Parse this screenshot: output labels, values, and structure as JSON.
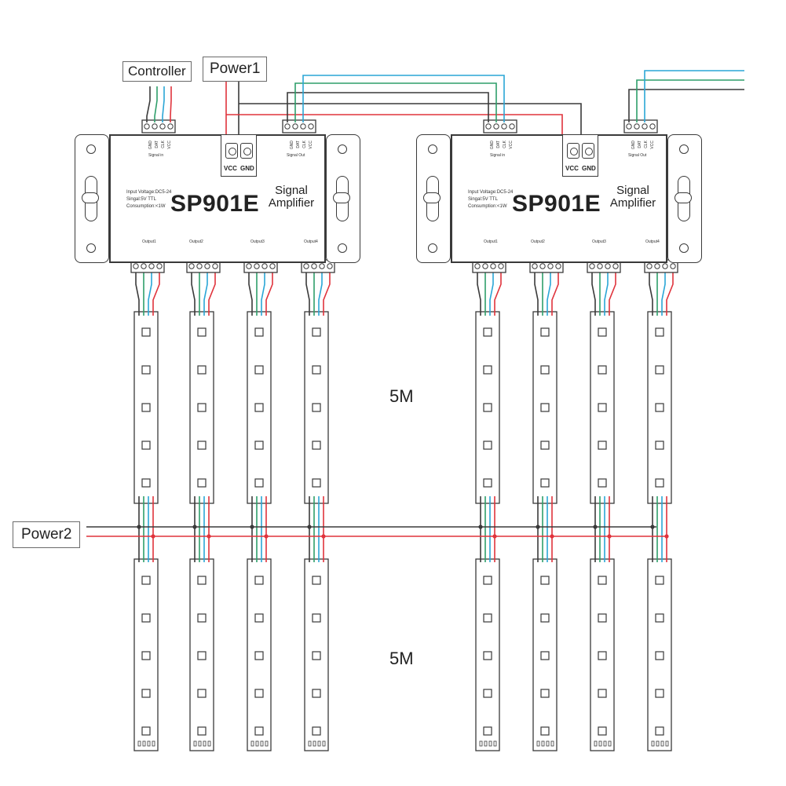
{
  "labels": {
    "controller": "Controller",
    "power1": "Power1",
    "power2": "Power2"
  },
  "amplifiers": [
    {
      "model": "SP901E",
      "function_line1": "Signal",
      "function_line2": "Amplifier",
      "spec_lines": [
        "Input Voltage:DC5-24",
        "Singal:5V TTL",
        "Consumption:<1W"
      ],
      "power_terminals": [
        "VCC",
        "GND"
      ],
      "signal_in": "Signal in",
      "signal_out": "Signal Out",
      "outputs": [
        "Output1",
        "Output2",
        "Output3",
        "Output4"
      ],
      "pin_labels": [
        "GND",
        "DAT",
        "CLK",
        "VCC"
      ]
    },
    {
      "model": "SP901E",
      "function_line1": "Signal",
      "function_line2": "Amplifier",
      "spec_lines": [
        "Input Voltage:DC5-24",
        "Singal:5V TTL",
        "Consumption:<1W"
      ],
      "power_terminals": [
        "VCC",
        "GND"
      ],
      "signal_in": "Signal in",
      "signal_out": "Signal Out",
      "outputs": [
        "Output1",
        "Output2",
        "Output3",
        "Output4"
      ],
      "pin_labels": [
        "GND",
        "DAT",
        "CLK",
        "VCC"
      ]
    }
  ],
  "distances": {
    "upper": "5M",
    "lower": "5M"
  },
  "wire_colors": {
    "gnd": "#3a3a3a",
    "data": "#2e9e6a",
    "clock": "#2aa6d6",
    "vcc": "#e0333c",
    "outline": "#3a3a3a"
  }
}
